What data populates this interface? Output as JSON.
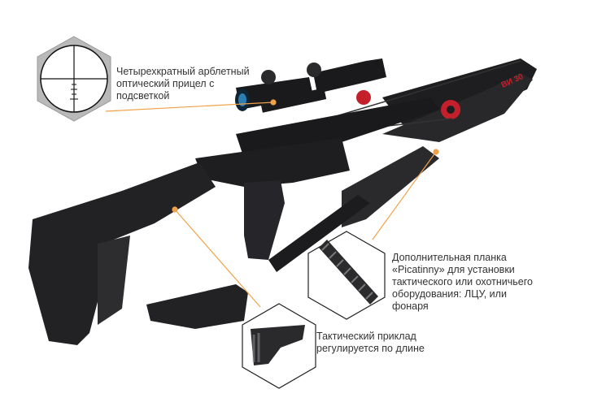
{
  "callouts": {
    "scope": "Четырехкратный арблетный оптический прицел с подсветкой",
    "rail": "Дополнительная планка «Picatinny» для установки тактического или охотничьего оборудования: ЛЦУ, или фонаря",
    "stock": "Тактический приклад регулируется по длине"
  },
  "icons": {
    "scope_detail": "crosshair-reticle-icon",
    "rail_detail": "picatinny-rail-icon",
    "stock_detail": "adjustable-stock-icon"
  },
  "colors": {
    "leader_line": "#f0a24a",
    "hexagon_fill": "#b9b9b9",
    "body": "#1e1e20",
    "limb_accent": "#c4202c"
  }
}
